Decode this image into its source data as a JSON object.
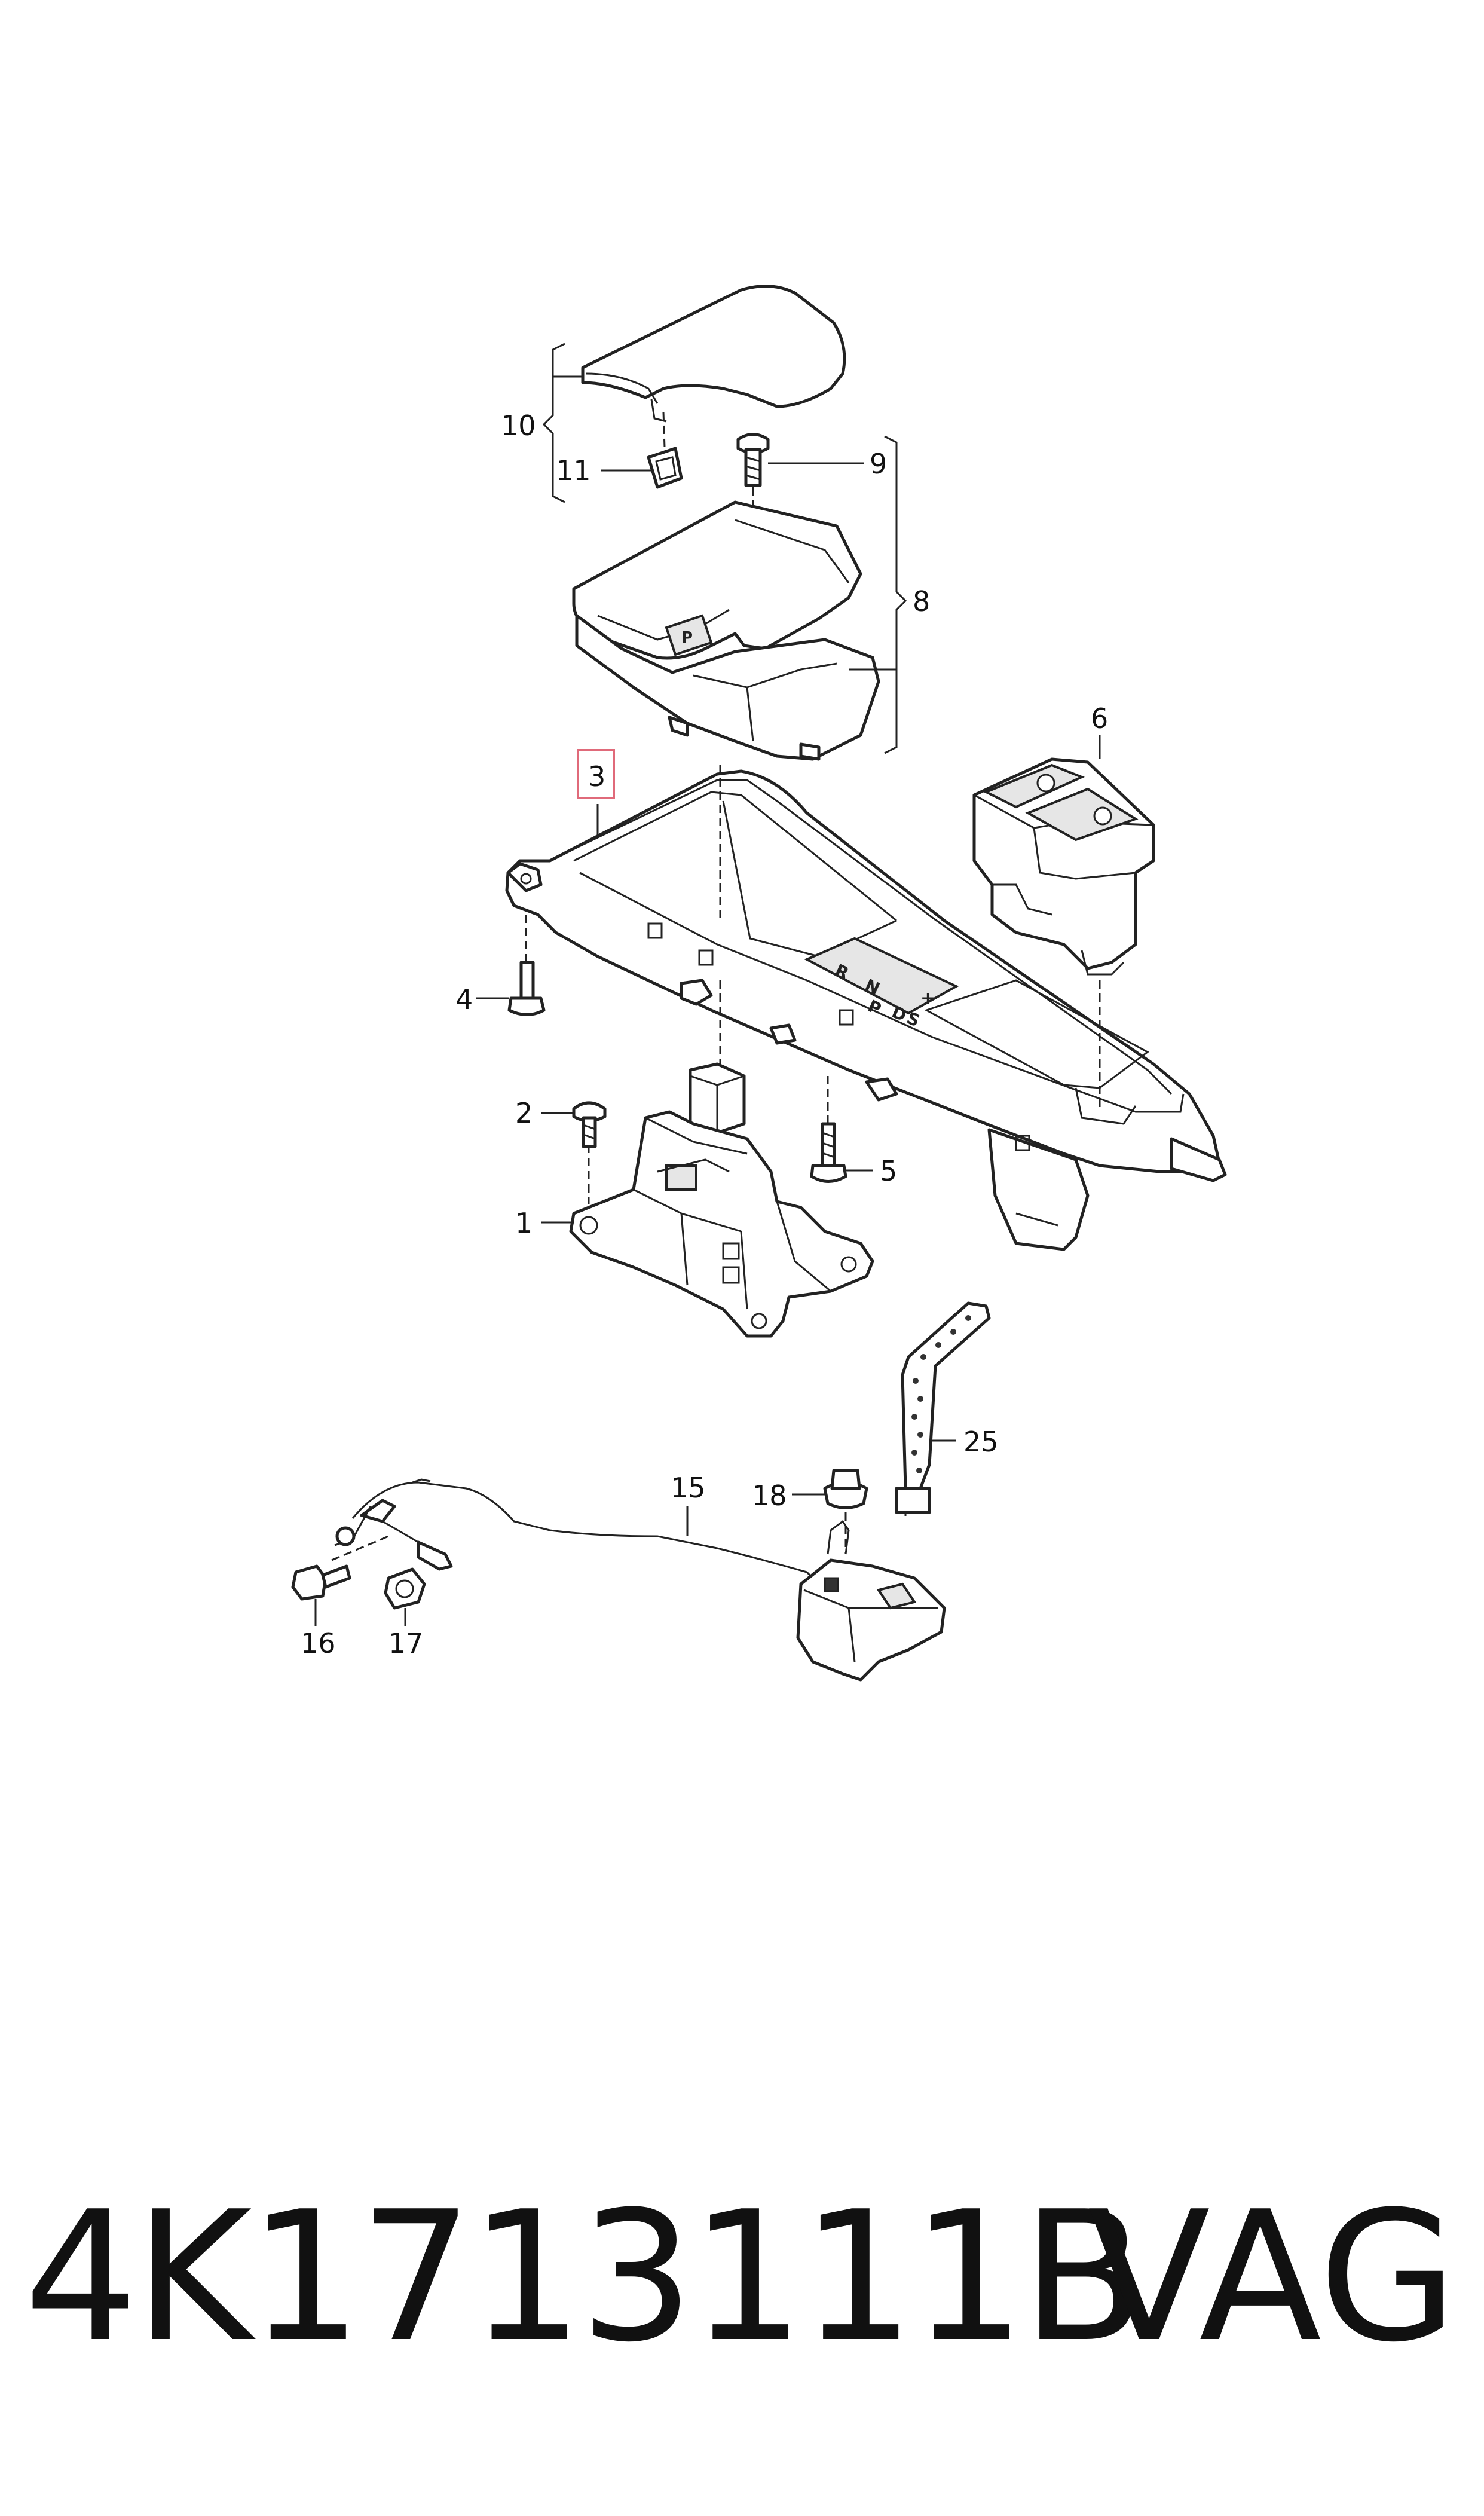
{
  "callouts": {
    "c1": "1",
    "c2": "2",
    "c3": "3",
    "c4": "4",
    "c5": "5",
    "c6": "6",
    "c8": "8",
    "c9": "9",
    "c10": "10",
    "c11": "11",
    "c15": "15",
    "c16": "16",
    "c17": "17",
    "c18": "18",
    "c25": "25"
  },
  "highlight": {
    "callout": "3",
    "color": "#e06a7a"
  },
  "gear_markings": {
    "p": "P",
    "r": "R",
    "n": "N",
    "p2": "P",
    "d": "D",
    "s": "S",
    "plus": "+"
  },
  "footer": {
    "part_number": "4K1713111B",
    "brand": "VAG"
  }
}
